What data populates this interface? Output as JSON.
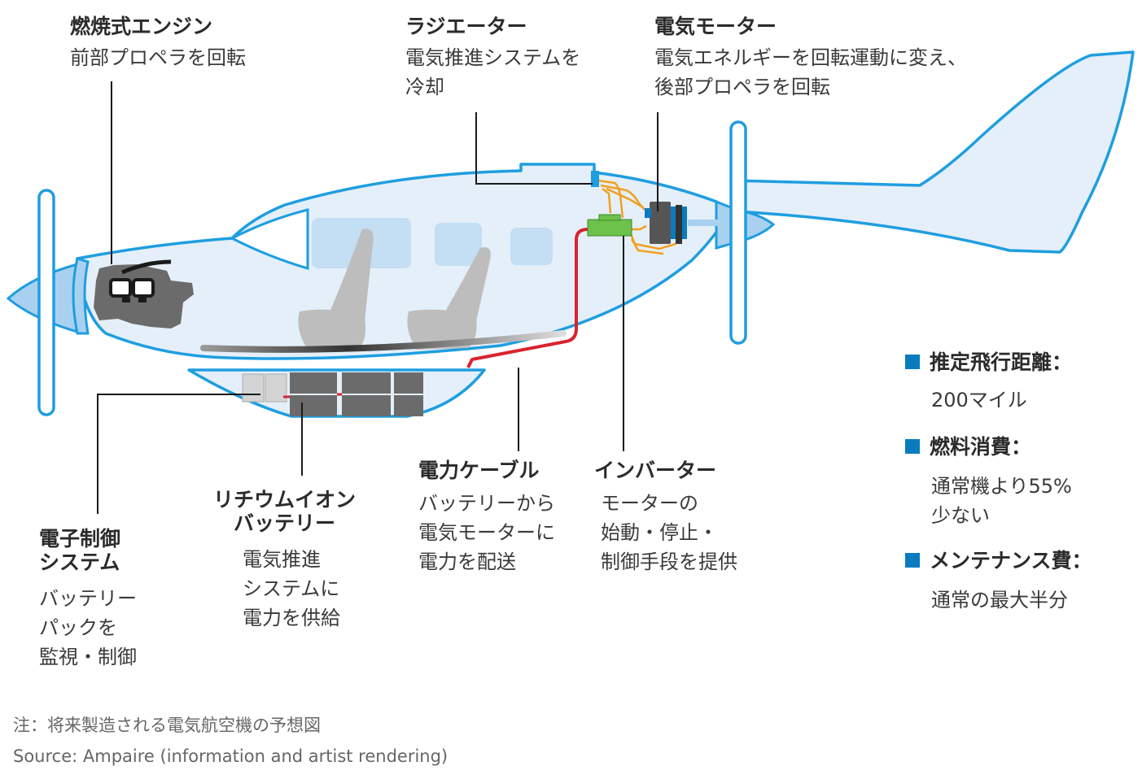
{
  "labels": {
    "engine": {
      "title": "燃焼式エンジン",
      "desc": [
        "前部プロペラを回転"
      ]
    },
    "radiator": {
      "title": "ラジエーター",
      "desc": [
        "電気推進システムを",
        "冷却"
      ]
    },
    "motor": {
      "title": "電気モーター",
      "desc": [
        "電気エネルギーを回転運動に変え、",
        "後部プロペラを回転"
      ]
    },
    "cable": {
      "title": "電力ケーブル",
      "desc": [
        "バッテリーから",
        "電気モーターに",
        "電力を配送"
      ]
    },
    "inverter": {
      "title": "インバーター",
      "desc": [
        "モーターの",
        "始動・停止・",
        "制御手段を提供"
      ]
    },
    "battery": {
      "title": [
        "リチウムイオン",
        "バッテリー"
      ],
      "desc": [
        "電気推進",
        "システムに",
        "電力を供給"
      ]
    },
    "controller": {
      "title": [
        "電子制御",
        "システム"
      ],
      "desc": [
        "バッテリー",
        "パックを",
        "監視・制御"
      ]
    }
  },
  "stats": [
    {
      "title": "推定飛行距離：",
      "value": [
        "200マイル"
      ]
    },
    {
      "title": "燃料消費：",
      "value": [
        "通常機より55%",
        "少ない"
      ]
    },
    {
      "title": "メンテナンス費：",
      "value": [
        "通常の最大半分"
      ]
    }
  ],
  "footer": {
    "note": "注：将来製造される電気航空機の予想図",
    "source": "Source: Ampaire (information and artist rendering)"
  },
  "colors": {
    "outline": "#1e9ee0",
    "fill": "#e5eff9",
    "window": "#c4def3",
    "square": "#0a7bbf",
    "cable": "#d9232d",
    "wire": "#f0a020",
    "inverter": "#6cc24a",
    "component": "#6b6b6b"
  }
}
